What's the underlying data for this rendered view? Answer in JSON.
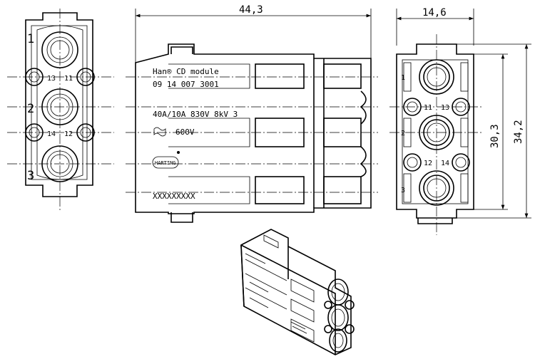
{
  "dimensions": {
    "length": "44,3",
    "width": "14,6",
    "height_inner": "30,3",
    "height_outer": "34,2"
  },
  "marking": {
    "line1": "Han® CD module",
    "line2": "09 14 007 3001",
    "line3": "40A/10A 830V 8kV 3",
    "line4": "600V",
    "logo": "HARTING",
    "line6": "XXXXXXXXX"
  },
  "front_view": {
    "contacts": [
      "1",
      "2",
      "3"
    ],
    "pe_labels": [
      "13",
      "11",
      "14",
      "12"
    ]
  },
  "rear_view": {
    "contacts": [
      "1",
      "2",
      "3"
    ],
    "pe_labels": [
      "11",
      "13",
      "12",
      "14"
    ]
  }
}
